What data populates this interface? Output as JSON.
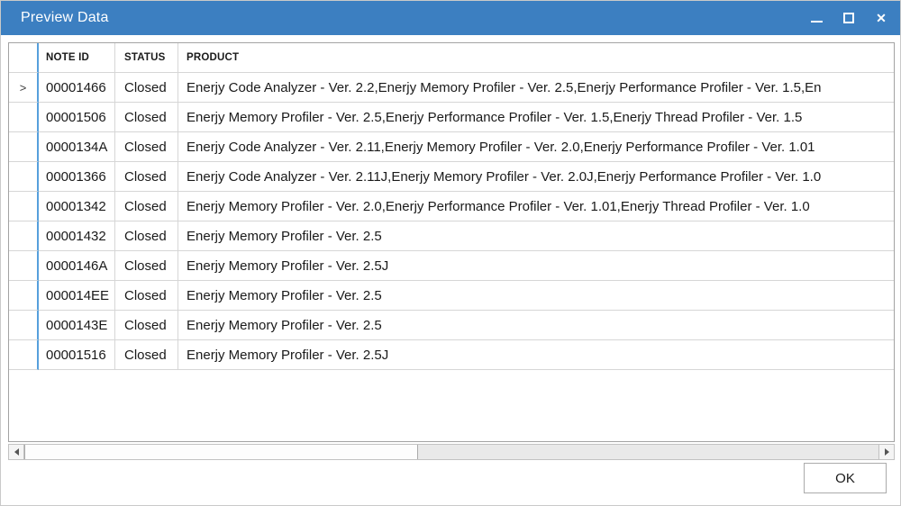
{
  "window": {
    "title": "Preview Data",
    "controls": {
      "minimize": "minimize",
      "maximize": "maximize",
      "close": "✕"
    }
  },
  "table": {
    "columns": [
      "NOTE ID",
      "STATUS",
      "PRODUCT"
    ],
    "selector_arrow": ">",
    "rows": [
      {
        "selected": true,
        "note_id": "00001466",
        "status": "Closed",
        "product": "Enerjy Code Analyzer - Ver. 2.2,Enerjy Memory Profiler - Ver. 2.5,Enerjy Performance Profiler - Ver. 1.5,En"
      },
      {
        "selected": false,
        "note_id": "00001506",
        "status": "Closed",
        "product": "Enerjy Memory Profiler - Ver. 2.5,Enerjy Performance Profiler - Ver. 1.5,Enerjy Thread Profiler - Ver. 1.5"
      },
      {
        "selected": false,
        "note_id": "0000134A",
        "status": "Closed",
        "product": "Enerjy Code Analyzer - Ver. 2.11,Enerjy Memory Profiler - Ver. 2.0,Enerjy Performance Profiler - Ver. 1.01"
      },
      {
        "selected": false,
        "note_id": "00001366",
        "status": "Closed",
        "product": "Enerjy Code Analyzer - Ver. 2.11J,Enerjy Memory Profiler - Ver. 2.0J,Enerjy Performance Profiler - Ver. 1.0"
      },
      {
        "selected": false,
        "note_id": "00001342",
        "status": "Closed",
        "product": "Enerjy Memory Profiler - Ver. 2.0,Enerjy Performance Profiler - Ver. 1.01,Enerjy Thread Profiler - Ver. 1.0"
      },
      {
        "selected": false,
        "note_id": "00001432",
        "status": "Closed",
        "product": "Enerjy Memory Profiler - Ver. 2.5"
      },
      {
        "selected": false,
        "note_id": "0000146A",
        "status": "Closed",
        "product": "Enerjy Memory Profiler - Ver. 2.5J"
      },
      {
        "selected": false,
        "note_id": "000014EE",
        "status": "Closed",
        "product": "Enerjy Memory Profiler - Ver. 2.5"
      },
      {
        "selected": false,
        "note_id": "0000143E",
        "status": "Closed",
        "product": "Enerjy Memory Profiler - Ver. 2.5"
      },
      {
        "selected": false,
        "note_id": "00001516",
        "status": "Closed",
        "product": "Enerjy Memory Profiler - Ver. 2.5J"
      }
    ]
  },
  "footer": {
    "ok_label": "OK"
  },
  "colors": {
    "titlebar": "#3c7fc1",
    "accent_line": "#56a0dc",
    "gridline": "#d6d6d6"
  }
}
